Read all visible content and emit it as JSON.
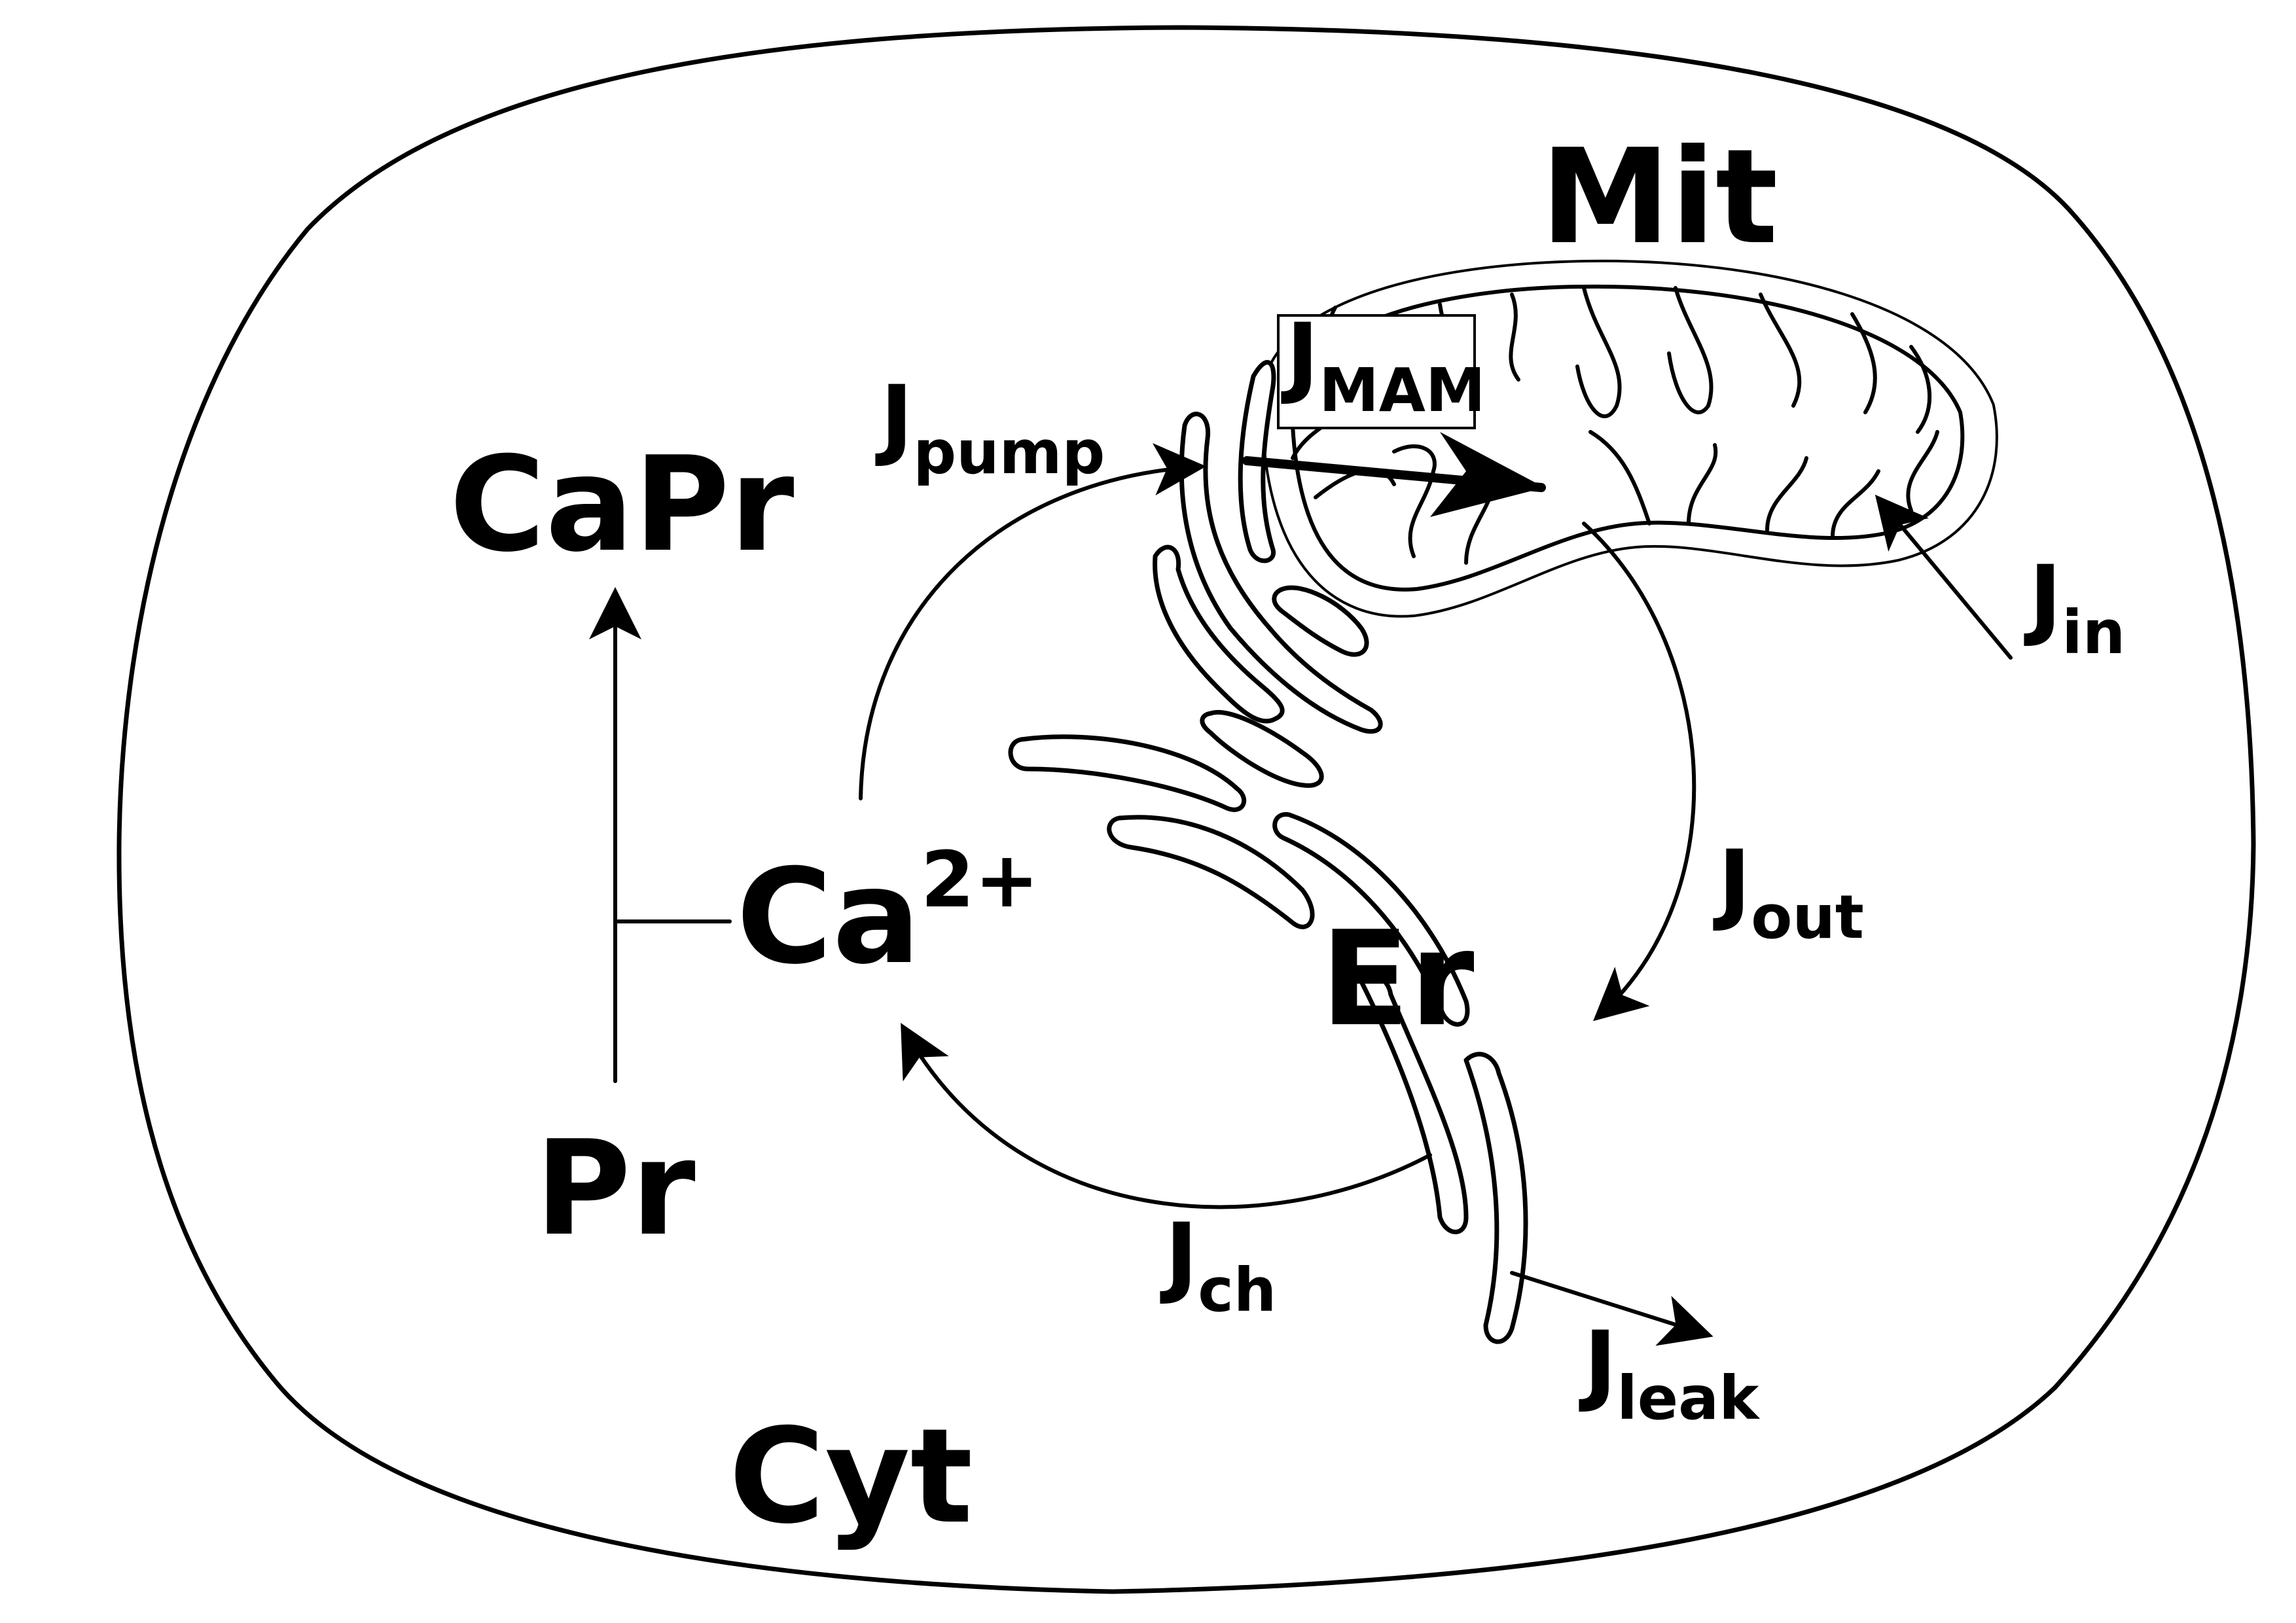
{
  "labels": {
    "mit": "Mit",
    "capr": "CaPr",
    "ca": "Ca",
    "ca_sup": "2+",
    "pr": "Pr",
    "er": "Er",
    "cyt": "Cyt"
  },
  "fluxes": {
    "pump": {
      "main": "J",
      "sub": "pump"
    },
    "mam": {
      "main": "J",
      "sub": "MAM"
    },
    "in": {
      "main": "J",
      "sub": "in"
    },
    "out": {
      "main": "J",
      "sub": "out"
    },
    "ch": {
      "main": "J",
      "sub": "ch"
    },
    "leak": {
      "main": "J",
      "sub": "leak"
    }
  }
}
